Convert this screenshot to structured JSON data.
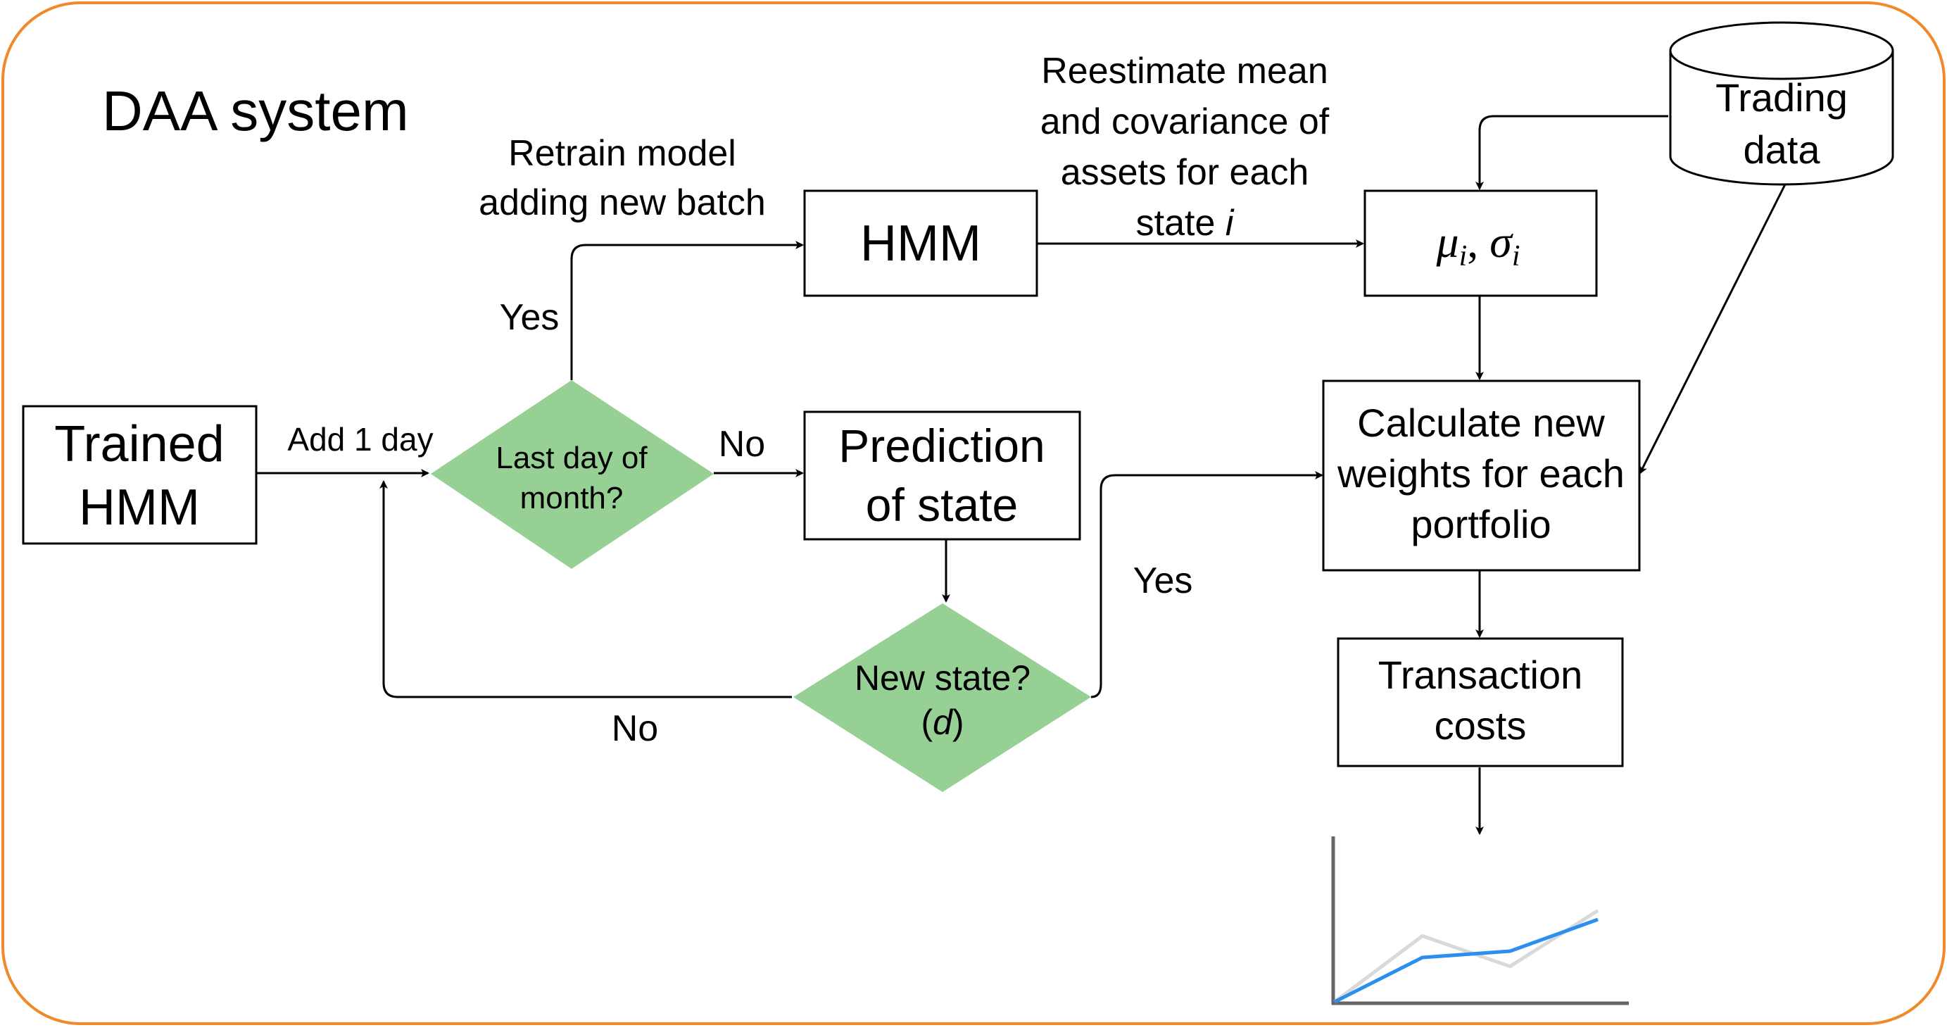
{
  "title": "DAA system",
  "colors": {
    "frame": "#F0892A",
    "diamond": "#97D095",
    "series_primary": "#2A8FEE",
    "series_secondary": "#D9D9D9",
    "axis": "#666666"
  },
  "nodes": {
    "trained_hmm": {
      "line1": "Trained",
      "line2": "HMM"
    },
    "hmm": {
      "label": "HMM"
    },
    "mu_sigma": {
      "mu": "μ",
      "sigma": "σ",
      "sub": "i",
      "sep": ", "
    },
    "trading_data": {
      "line1": "Trading",
      "line2": "data"
    },
    "last_day": {
      "line1": "Last day of",
      "line2": "month?"
    },
    "prediction": {
      "line1": "Prediction",
      "line2": "of state"
    },
    "new_state": {
      "line1": "New state?",
      "open": "(",
      "var": "d",
      "close": ")"
    },
    "calculate": {
      "line1": "Calculate new",
      "line2": "weights for each",
      "line3": "portfolio"
    },
    "transaction": {
      "line1": "Transaction",
      "line2": "costs"
    }
  },
  "edge_labels": {
    "add_day": "Add 1 day",
    "retrain_line1": "Retrain model",
    "retrain_line2": "adding new batch",
    "yes_top": "Yes",
    "no_right": "No",
    "reestimate_line1": "Reestimate mean",
    "reestimate_line2": "and covariance of",
    "reestimate_line3": "assets for each",
    "reestimate_line4_prefix": "state ",
    "reestimate_line4_var": "i",
    "yes_new_state": "Yes",
    "no_bottom": "No"
  },
  "chart_data": {
    "type": "line",
    "series": [
      {
        "values": [
          0,
          0.52,
          0.28,
          0.72
        ]
      },
      {
        "values": [
          0,
          0.35,
          0.4,
          0.65
        ]
      }
    ]
  }
}
